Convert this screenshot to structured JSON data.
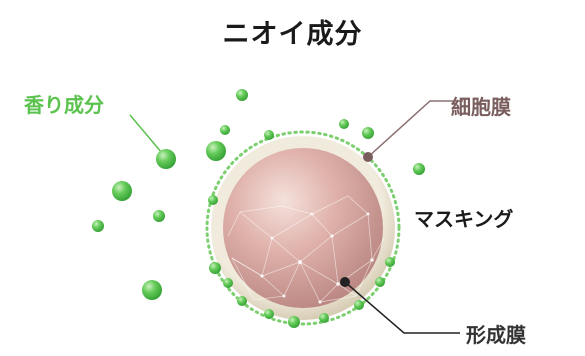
{
  "title": "ニオイ成分",
  "labels": {
    "aroma": "香り成分",
    "cell_membrane": "細胞膜",
    "masking": "マスキング",
    "formed_membrane": "形成膜"
  },
  "colors": {
    "aroma": "#5ac24d",
    "cell_membrane": "#7a5d5d",
    "masking": "#1a1a1a",
    "formed_membrane": "#333333",
    "particle": "#5cc24e",
    "cell_core": "#d8a8a0",
    "cell_shell": "#e9e1cf"
  },
  "icons": [
    "aroma-particle-icon",
    "cell-sphere-icon",
    "network-icon",
    "dotted-membrane-icon"
  ]
}
